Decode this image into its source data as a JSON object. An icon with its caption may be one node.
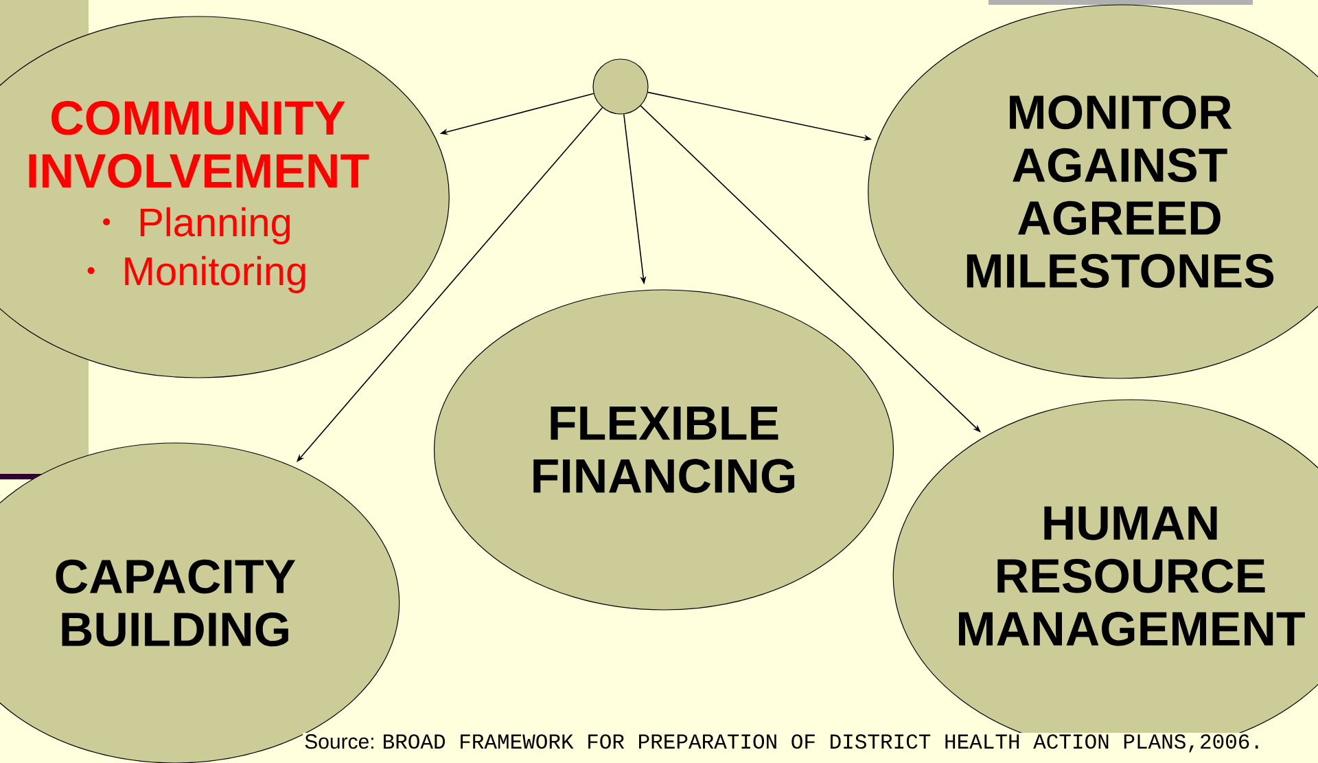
{
  "diagram": {
    "nodes": [
      {
        "text": [],
        "shape": "circle"
      },
      {
        "text": [
          "COMMUNITY INVOLVEMENT",
          "Planning",
          "Monitoring"
        ]
      },
      {
        "text": [
          "MONITOR AGAINST AGREED MILESTONES"
        ]
      },
      {
        "text": [
          "FLEXIBLE FINANCING"
        ]
      },
      {
        "text": [
          "CAPACITY BUILDING"
        ]
      },
      {
        "text": [
          "HUMAN RESOURCE MANAGEMENT"
        ]
      }
    ],
    "edges": [
      {
        "from": 0,
        "to": 1,
        "arrow": "to"
      },
      {
        "from": 0,
        "to": 2,
        "arrow": "to"
      },
      {
        "from": 0,
        "to": 3,
        "arrow": "to"
      },
      {
        "from": 0,
        "to": 4,
        "arrow": "to"
      },
      {
        "from": 0,
        "to": 5,
        "arrow": "to"
      }
    ],
    "labels": [
      "Source:",
      "BROAD FRAMEWORK FOR PREPARATION OF DISTRICT HEALTH ACTION PLANS,2006."
    ]
  }
}
